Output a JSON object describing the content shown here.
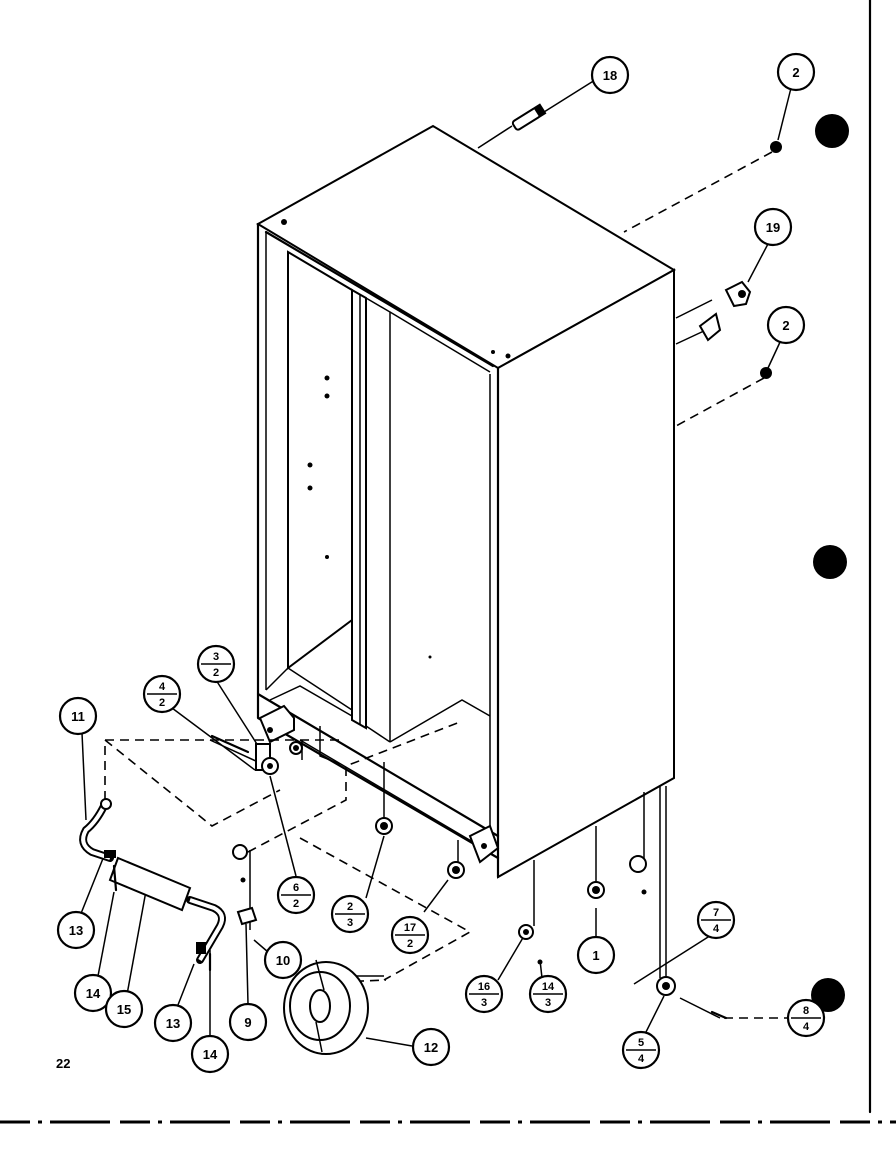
{
  "page_number": "22",
  "callouts": {
    "c18": "18",
    "c2_top": "2",
    "c19": "19",
    "c2_mid": "2",
    "c11": "11",
    "c4_2": {
      "top": "4",
      "bottom": "2"
    },
    "c3_2": {
      "top": "3",
      "bottom": "2"
    },
    "c6_2": {
      "top": "6",
      "bottom": "2"
    },
    "c2_3": {
      "top": "2",
      "bottom": "3"
    },
    "c17_2": {
      "top": "17",
      "bottom": "2"
    },
    "c13_left": "13",
    "c14_left": "14",
    "c15": "15",
    "c13_right": "13",
    "c14_right": "14",
    "c9": "9",
    "c10": "10",
    "c12": "12",
    "c16_3": {
      "top": "16",
      "bottom": "3"
    },
    "c14_3": {
      "top": "14",
      "bottom": "3"
    },
    "c1": "1",
    "c7_4": {
      "top": "7",
      "bottom": "4"
    },
    "c5_4": {
      "top": "5",
      "bottom": "4"
    },
    "c8_4": {
      "top": "8",
      "bottom": "4"
    }
  }
}
